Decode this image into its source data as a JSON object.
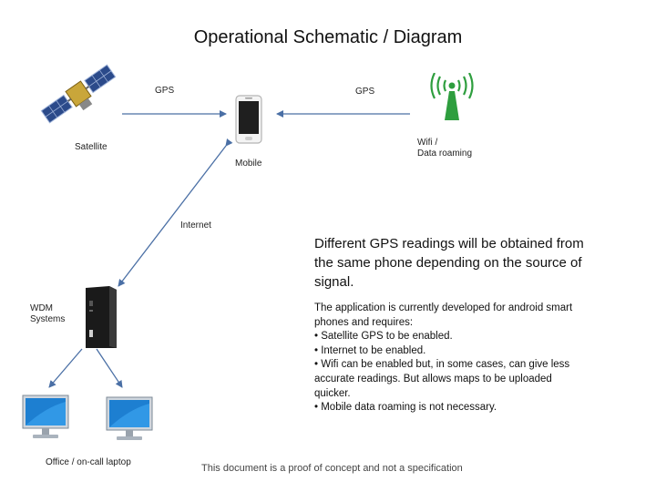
{
  "title": "Operational Schematic / Diagram",
  "labels": {
    "gps_left": "GPS",
    "gps_right": "GPS",
    "satellite": "Satellite",
    "mobile": "Mobile",
    "wifi": "Wifi /",
    "data_roaming": "Data roaming",
    "internet": "Internet",
    "wdm_1": "WDM",
    "wdm_2": "Systems",
    "office": "Office / on-call laptop"
  },
  "description": {
    "headline": "Different GPS readings will be obtained from the same phone depending on the source of signal.",
    "intro": "The application is currently developed for android smart phones and requires:",
    "bullets": [
      "• Satellite GPS to be enabled.",
      "• Internet to be enabled.",
      "• Wifi can be enabled but, in some cases, can give less accurate readings. But allows maps to be uploaded quicker.",
      "• Mobile data roaming is not necessary."
    ]
  },
  "footer": "This document is a proof of concept and not a specification",
  "colors": {
    "arrow": "#4a6fa5",
    "tower": "#2e9e3e",
    "satellite_panel": "#2b4a8a",
    "monitor": "#1d7fd1"
  }
}
